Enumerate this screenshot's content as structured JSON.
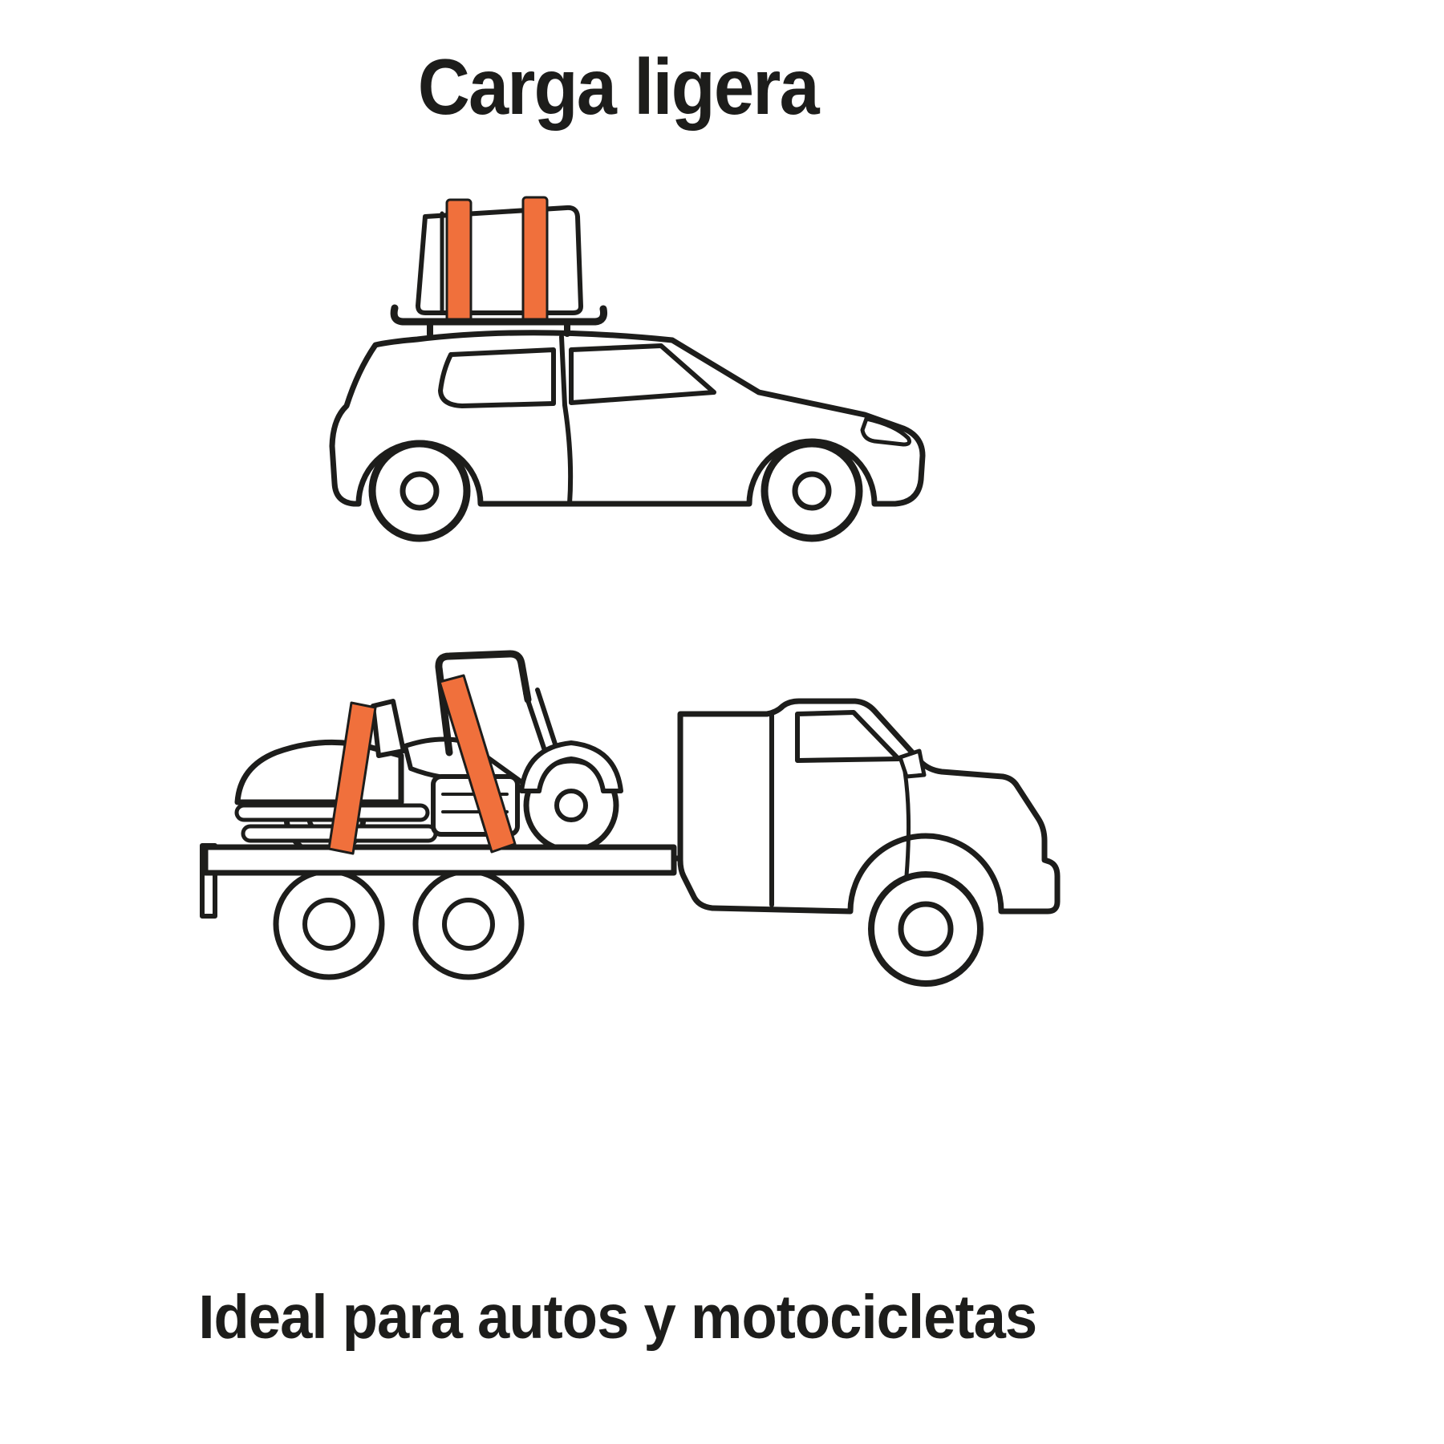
{
  "title": "Carga ligera",
  "caption": "Ideal para autos y motocicletas",
  "colors": {
    "accent": "#F0703C",
    "line": "#1d1d1b",
    "background": "#ffffff"
  },
  "illustrations": {
    "top": "car-with-cargo-on-roof-rack-secured-by-two-orange-straps",
    "bottom": "pickup-truck-towing-flatbed-trailer-with-motorcycle-secured-by-two-orange-straps"
  }
}
